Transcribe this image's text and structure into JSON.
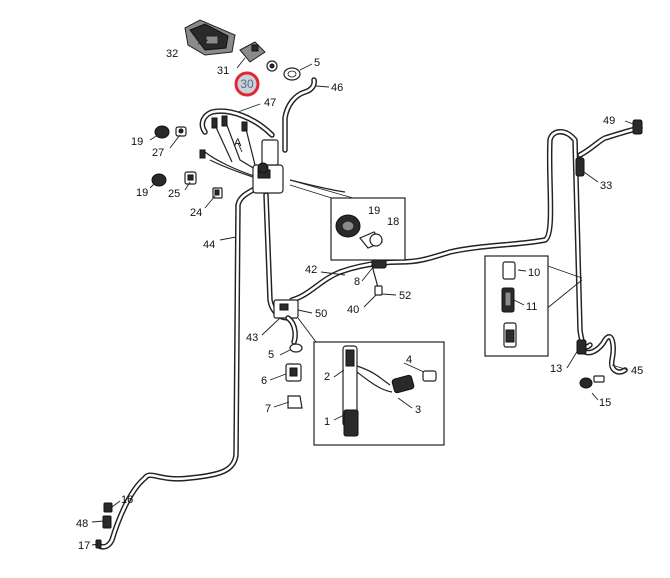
{
  "callouts": {
    "c1": "1",
    "c2": "2",
    "c3": "3",
    "c4": "4",
    "c5a": "5",
    "c5b": "5",
    "c6": "6",
    "c7": "7",
    "c8": "8",
    "c10": "10",
    "c11": "11",
    "c13": "13",
    "c15": "15",
    "c16": "16",
    "c17": "17",
    "c18": "18",
    "c19a": "19",
    "c19b": "19",
    "c19c": "19",
    "c24": "24",
    "c25": "25",
    "c27": "27",
    "c31": "31",
    "c32": "32",
    "c33": "33",
    "c40": "40",
    "c42": "42",
    "c43": "43",
    "c44": "44",
    "c45": "45",
    "c46": "46",
    "c47": "47",
    "c48": "48",
    "c49": "49",
    "c50": "50",
    "c52": "52",
    "cA": "A"
  },
  "highlight": {
    "label": "30",
    "ring_color": "#e0282e",
    "fill_color": "#c9d2dc"
  }
}
